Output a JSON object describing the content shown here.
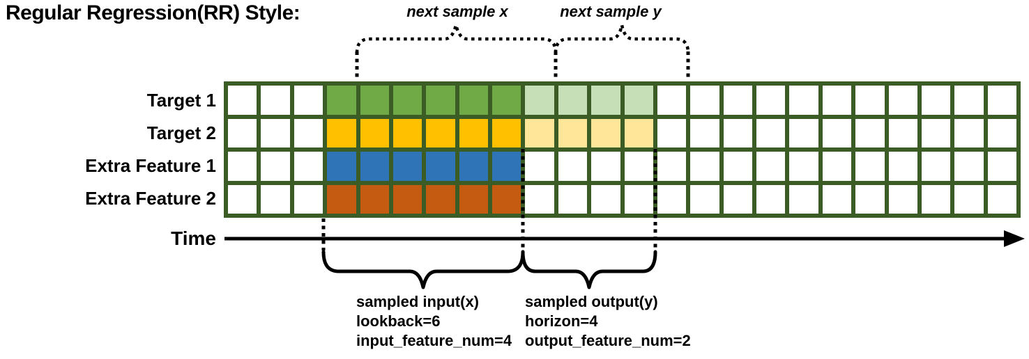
{
  "title": "Regular Regression(RR) Style:",
  "top_annotations": {
    "next_sample_x": "next sample x",
    "next_sample_y": "next sample y"
  },
  "time_axis": {
    "label": "Time"
  },
  "grid": {
    "columns": 24,
    "empty_lead_columns": 3,
    "lookback": 6,
    "horizon": 4,
    "border_color": "#3c5c26",
    "empty_color": "#ffffff",
    "rows": [
      {
        "label": "Target 1",
        "input_color": "#6faa47",
        "output_color": "#c6dfb6",
        "has_output": true
      },
      {
        "label": "Target 2",
        "input_color": "#ffc000",
        "output_color": "#ffe699",
        "has_output": true
      },
      {
        "label": "Extra Feature 1",
        "input_color": "#2e74b6",
        "output_color": "",
        "has_output": false
      },
      {
        "label": "Extra Feature 2",
        "input_color": "#c55a11",
        "output_color": "",
        "has_output": false
      }
    ]
  },
  "bottom_annotations": {
    "input": {
      "lines": [
        "sampled input(x)",
        "lookback=6",
        "input_feature_num=4"
      ]
    },
    "output": {
      "lines": [
        "sampled output(y)",
        "horizon=4",
        "output_feature_num=2"
      ]
    }
  },
  "accent_colors": {
    "line_color": "#000000"
  }
}
